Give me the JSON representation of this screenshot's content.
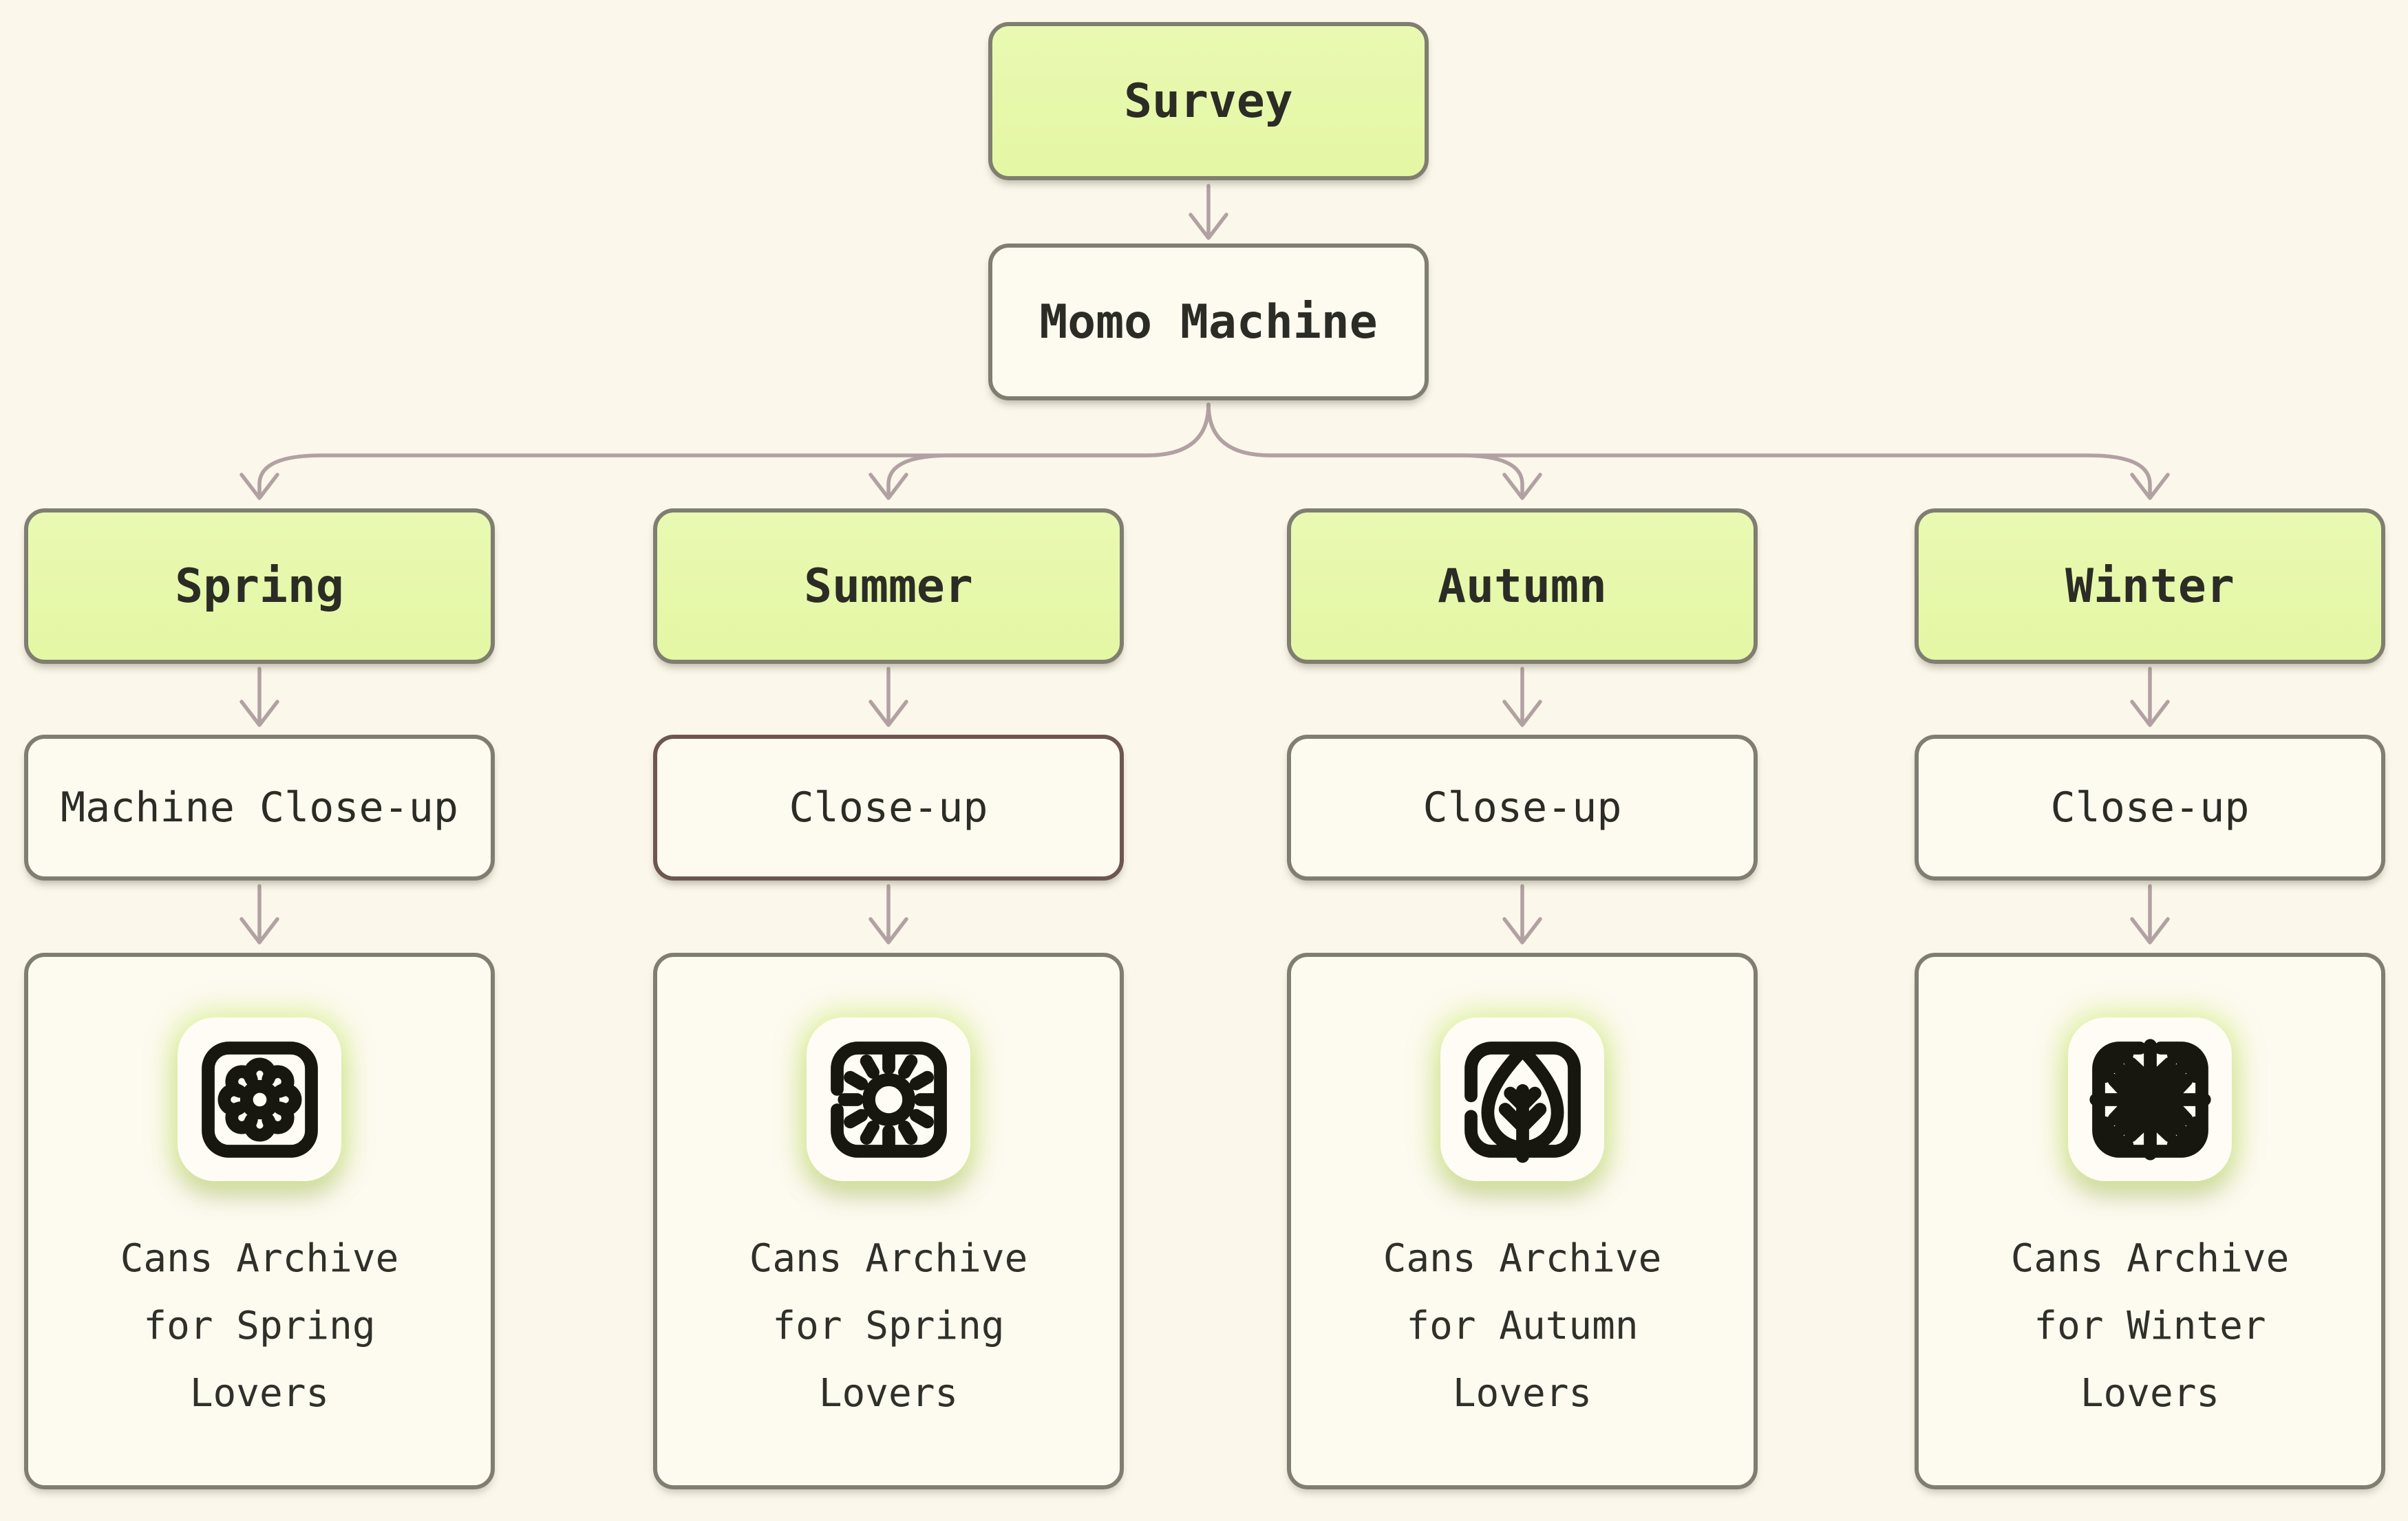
{
  "diagram": {
    "background_color": "#fbf7ea",
    "accent_green": "#e4f7a4",
    "node_border_color": "#7f7e71",
    "alt_closeup_border_color": "#6e5650",
    "edge_color": "#b2a1a2",
    "text_color": "#2c2c26"
  },
  "nodes": {
    "survey": {
      "label": "Survey"
    },
    "machine": {
      "label": "Momo Machine"
    }
  },
  "columns": [
    {
      "season": "Spring",
      "closeup": "Machine Close-up",
      "card": "Cans Archive for Spring Lovers",
      "icon": "flower-icon"
    },
    {
      "season": "Summer",
      "closeup": "Close-up",
      "card": "Cans Archive for Spring Lovers",
      "icon": "sun-icon"
    },
    {
      "season": "Autumn",
      "closeup": "Close-up",
      "card": "Cans Archive for Autumn Lovers",
      "icon": "leaf-icon"
    },
    {
      "season": "Winter",
      "closeup": "Close-up",
      "card": "Cans Archive for Winter Lovers",
      "icon": "snowflake-icon"
    }
  ]
}
